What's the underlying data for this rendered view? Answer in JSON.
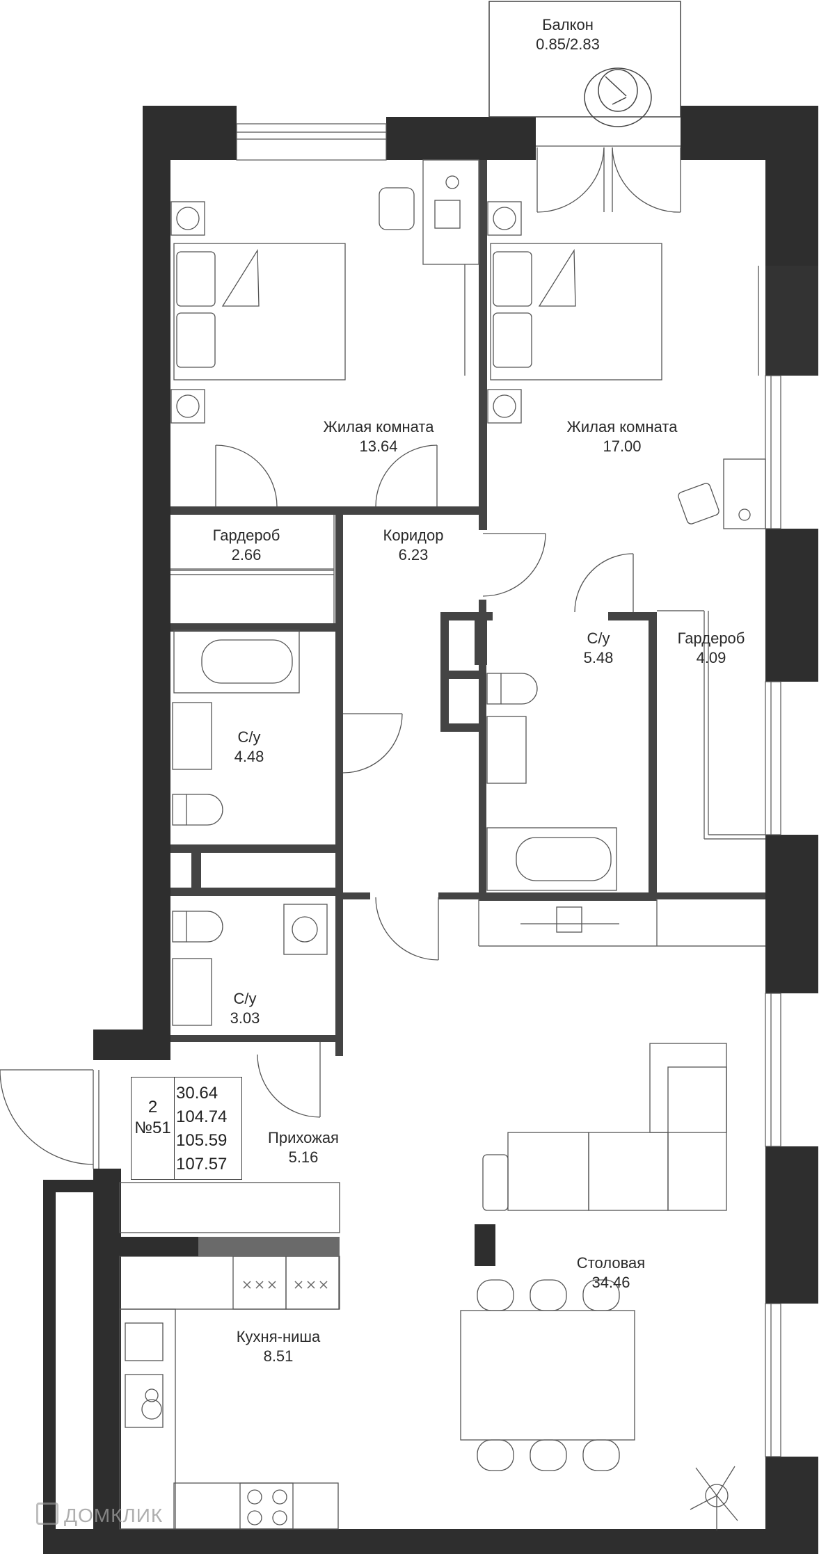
{
  "rooms": {
    "balcony": {
      "name": "Балкон",
      "area": "0.85/2.83"
    },
    "bedroom_1": {
      "name": "Жилая комната",
      "area": "13.64"
    },
    "bedroom_2": {
      "name": "Жилая комната",
      "area": "17.00"
    },
    "wardrobe_1": {
      "name": "Гардероб",
      "area": "2.66"
    },
    "corridor": {
      "name": "Коридор",
      "area": "6.23"
    },
    "bathroom_1": {
      "name": "С/у",
      "area": "4.48"
    },
    "bathroom_2": {
      "name": "С/у",
      "area": "5.48"
    },
    "wardrobe_2": {
      "name": "Гардероб",
      "area": "4.09"
    },
    "bathroom_3": {
      "name": "С/у",
      "area": "3.03"
    },
    "hallway": {
      "name": "Прихожая",
      "area": "5.16"
    },
    "dining": {
      "name": "Столовая",
      "area": "34.46"
    },
    "kitchen": {
      "name": "Кухня-ниша",
      "area": "8.51"
    }
  },
  "apartment": {
    "rooms_count": "2",
    "number": "№51",
    "areas": [
      "30.64",
      "104.74",
      "105.59",
      "107.57"
    ]
  },
  "watermark": "ДОМКЛИК"
}
